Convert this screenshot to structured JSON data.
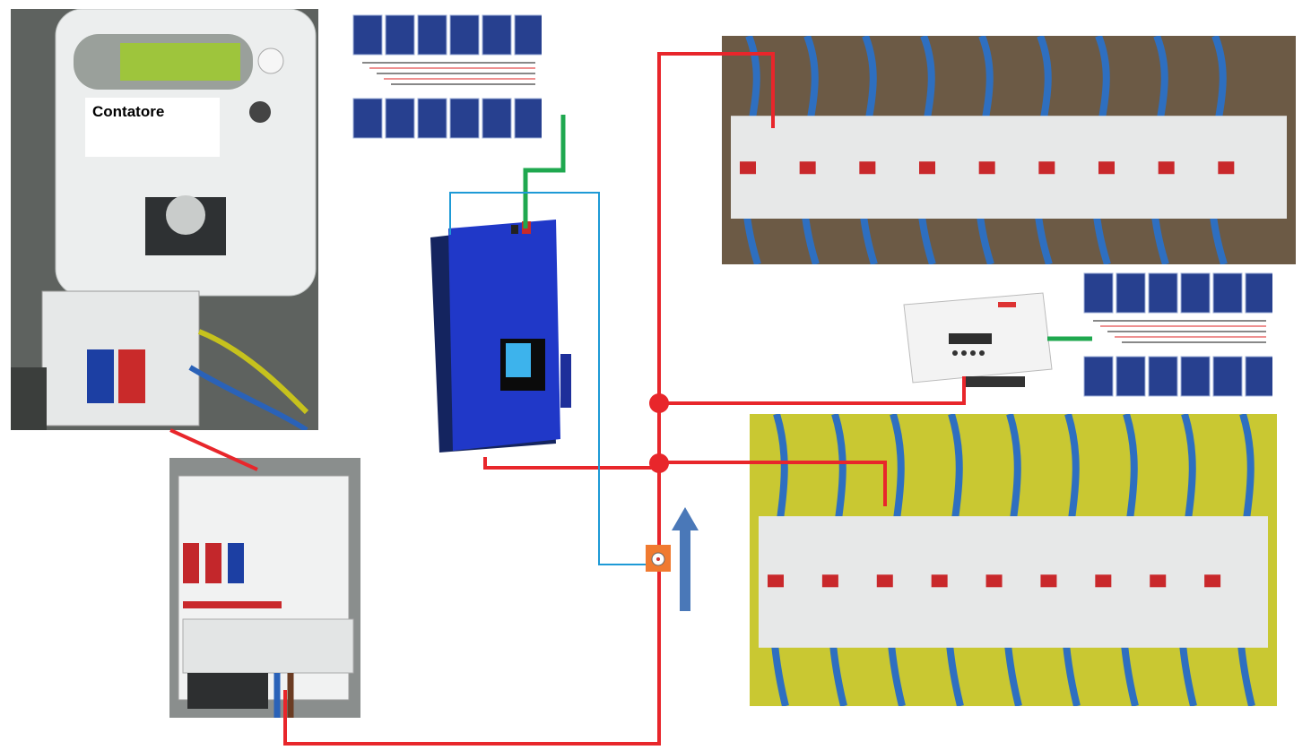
{
  "meter": {
    "label": "Contatore",
    "display_icon": "lcd-display-icon"
  },
  "components": {
    "meter_photo": "electricity-meter",
    "breaker_photo": "main-breaker",
    "inverter_photo": "grid-tie-inverter",
    "panel_photo_top": "distribution-panel-top",
    "panel_photo_bottom": "distribution-panel-bottom",
    "solar_array_1": "solar-panel-array",
    "solar_array_2": "solar-panel-array",
    "inverter_2": "string-inverter",
    "sensor": "current-sensor",
    "flow_arrow": "flow-arrow-up"
  },
  "colors": {
    "ac_line": "#e8262b",
    "dc_line": "#1fa84f",
    "sensor_line": "#1e9ad6",
    "arrow": "#4a78b8",
    "inverter_body": "#1f3fcf",
    "sensor_box": "#f07a30"
  }
}
